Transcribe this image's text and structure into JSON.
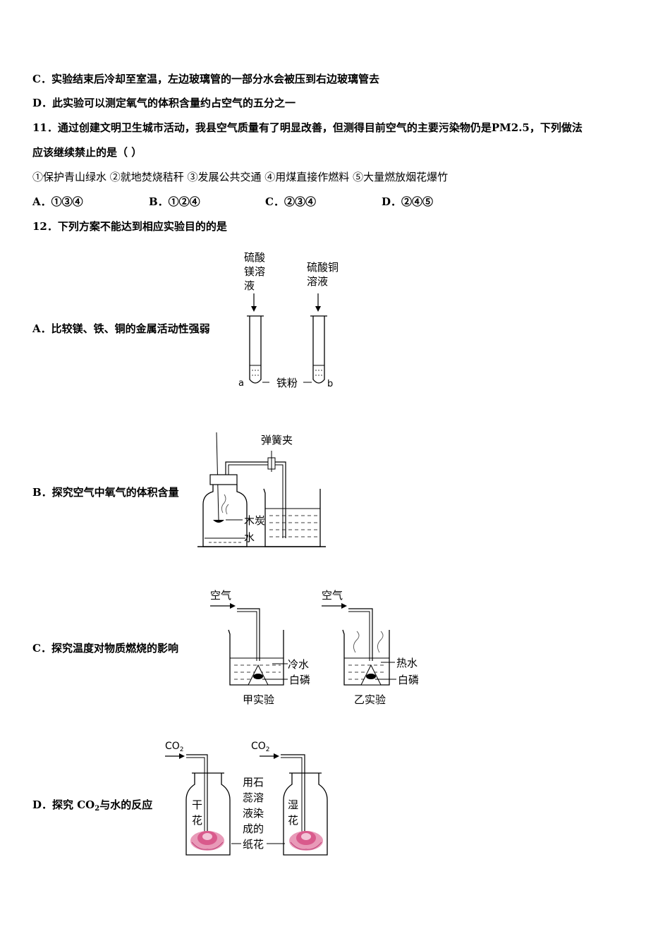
{
  "lines": {
    "c_option": "C．实验结束后冷却至室温，左边玻璃管的一部分水会被压到右边玻璃管去",
    "d_option": "D．此实验可以测定氧气的体积含量约占空气的五分之一",
    "q11_line1": "11．通过创建文明卫生城市活动，我县空气质量有了明显改善，但测得目前空气的主要污染物仍是PM2.5，下列做法",
    "q11_line2": "应该继续禁止的是（    ）",
    "q11_items": "①保护青山绿水 ②就地焚烧秸秆 ③发展公共交通 ④用煤直接作燃料 ⑤大量燃放烟花爆竹",
    "q12_stem": "12．下列方案不能达到相应实验目的的是"
  },
  "q11_options": [
    {
      "label": "A．①③④"
    },
    {
      "label": "B．①②④"
    },
    {
      "label": "C．②③④"
    },
    {
      "label": "D．②④⑤"
    }
  ],
  "q12": {
    "a": {
      "label": "A．比较镁、铁、铜的金属活动性强弱",
      "reagent_left": [
        "硫酸",
        "镁溶",
        "液"
      ],
      "reagent_right": [
        "硫酸铜",
        "溶液"
      ],
      "tube_a": "a",
      "tube_b": "b",
      "iron": "铁粉"
    },
    "b": {
      "label": "B．探究空气中氧气的体积含量",
      "clip": "弹簧夹",
      "charcoal": "木炭",
      "water": "水"
    },
    "c": {
      "label": "C．探究温度对物质燃烧的影响",
      "air1": "空气",
      "air2": "空气",
      "cold": "冷水",
      "hot": "热水",
      "phos1": "白磷",
      "phos2": "白磷",
      "exp1": "甲实验",
      "exp2": "乙实验"
    },
    "d": {
      "label_pre": "D．探究 CO",
      "label_sub": "2",
      "label_post": "与水的反应",
      "co2_1": "CO",
      "co2_1_sub": "2",
      "co2_2": "CO",
      "co2_2_sub": "2",
      "dry": [
        "干",
        "花"
      ],
      "wet": [
        "湿",
        "花"
      ],
      "middle": [
        "用石",
        "蕊溶",
        "液染",
        "成的",
        "纸花"
      ]
    }
  }
}
